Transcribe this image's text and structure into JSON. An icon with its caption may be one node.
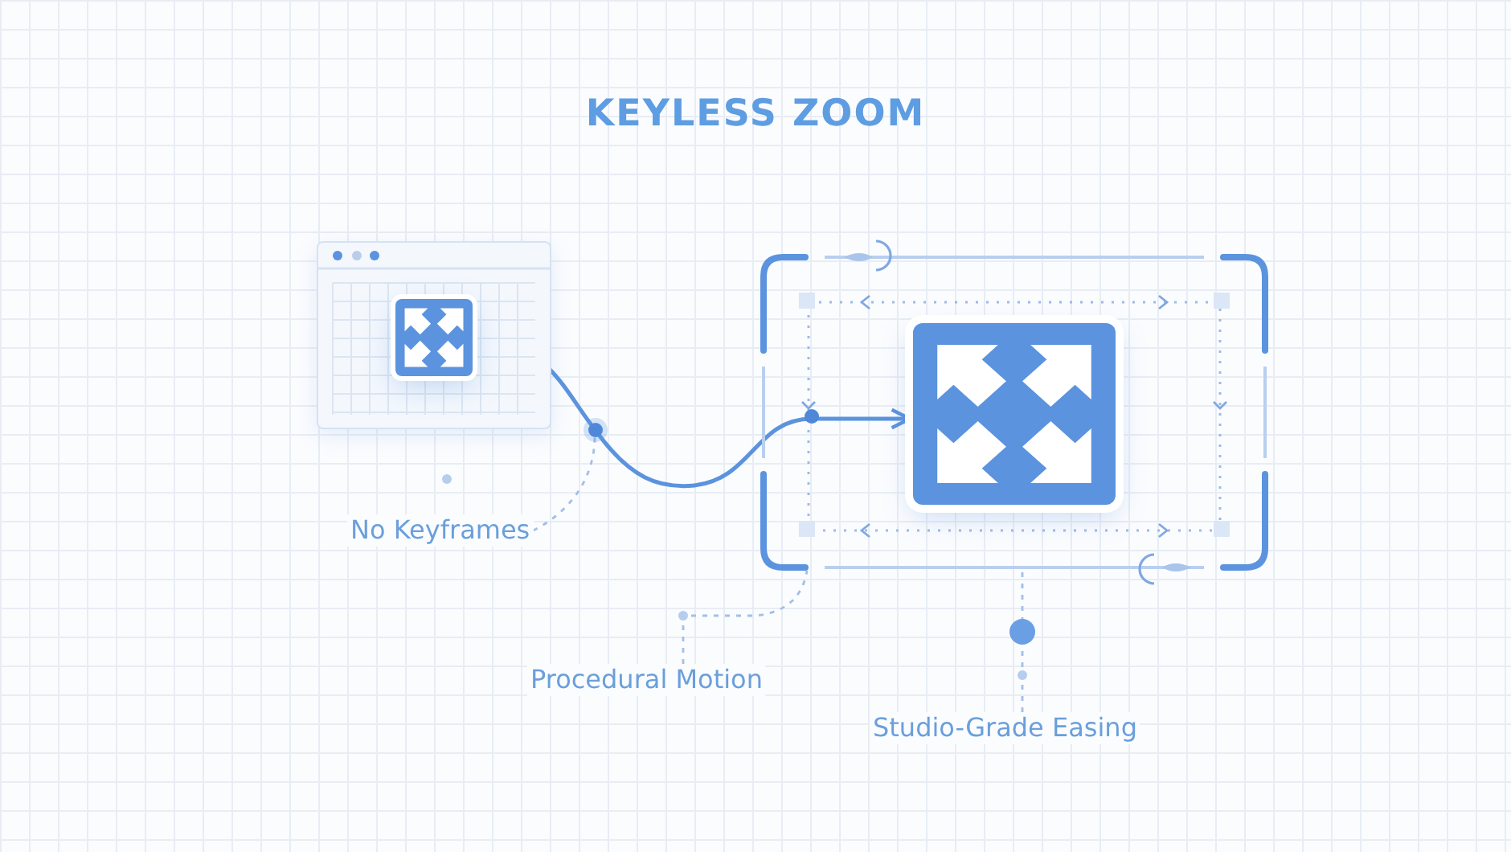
{
  "diagram": {
    "title": "KEYLESS ZOOM",
    "nodes": [
      {
        "text": [],
        "shape": "picture"
      },
      {
        "text": [],
        "shape": "picture",
        "in": 0
      },
      {
        "text": [],
        "shape": "box"
      },
      {
        "text": [],
        "shape": "picture",
        "in": 2
      },
      {
        "text": [
          "No Keyframes"
        ]
      },
      {
        "text": [
          "Procedural Motion"
        ]
      },
      {
        "text": [
          "Studio-Grade Easing"
        ]
      },
      {
        "text": [],
        "shape": "circle"
      }
    ],
    "edges": [
      {
        "from": 1,
        "to": 3,
        "arrow": "to"
      },
      {
        "from": 4,
        "to": 7,
        "arrow": "none",
        "style": "dashed"
      },
      {
        "from": 5,
        "to": 2,
        "arrow": "none",
        "style": "dashed"
      },
      {
        "from": 6,
        "to": 2,
        "arrow": "none",
        "style": "dashed"
      }
    ]
  }
}
